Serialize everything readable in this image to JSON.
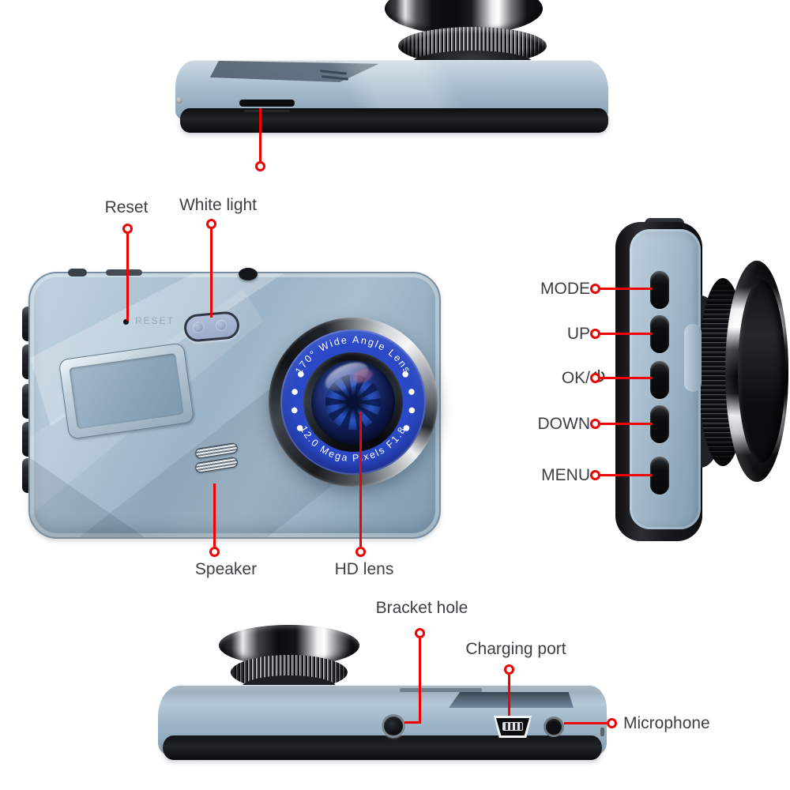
{
  "colors": {
    "callout_red": "#ee0202",
    "label_ink": "#3d3f42",
    "lens_blue": "#2b49c6",
    "body_blue": "#a7bfd1"
  },
  "labels": {
    "reset": "Reset",
    "white_light": "White light",
    "speaker": "Speaker",
    "hd_lens": "HD lens",
    "mode": "MODE",
    "up": "UP",
    "ok": "OK/",
    "down": "DOWN",
    "menu": "MENU",
    "bracket_hole": "Bracket hole",
    "charging_port": "Charging port",
    "microphone": "Microphone"
  },
  "icons": {
    "ok_power": "power-icon"
  },
  "lens": {
    "ring_text_top": "170° Wide Angle Lens",
    "ring_text_bottom": "12.0 Mega Pixels F1.8"
  },
  "engravings": {
    "reset": "RESET"
  }
}
